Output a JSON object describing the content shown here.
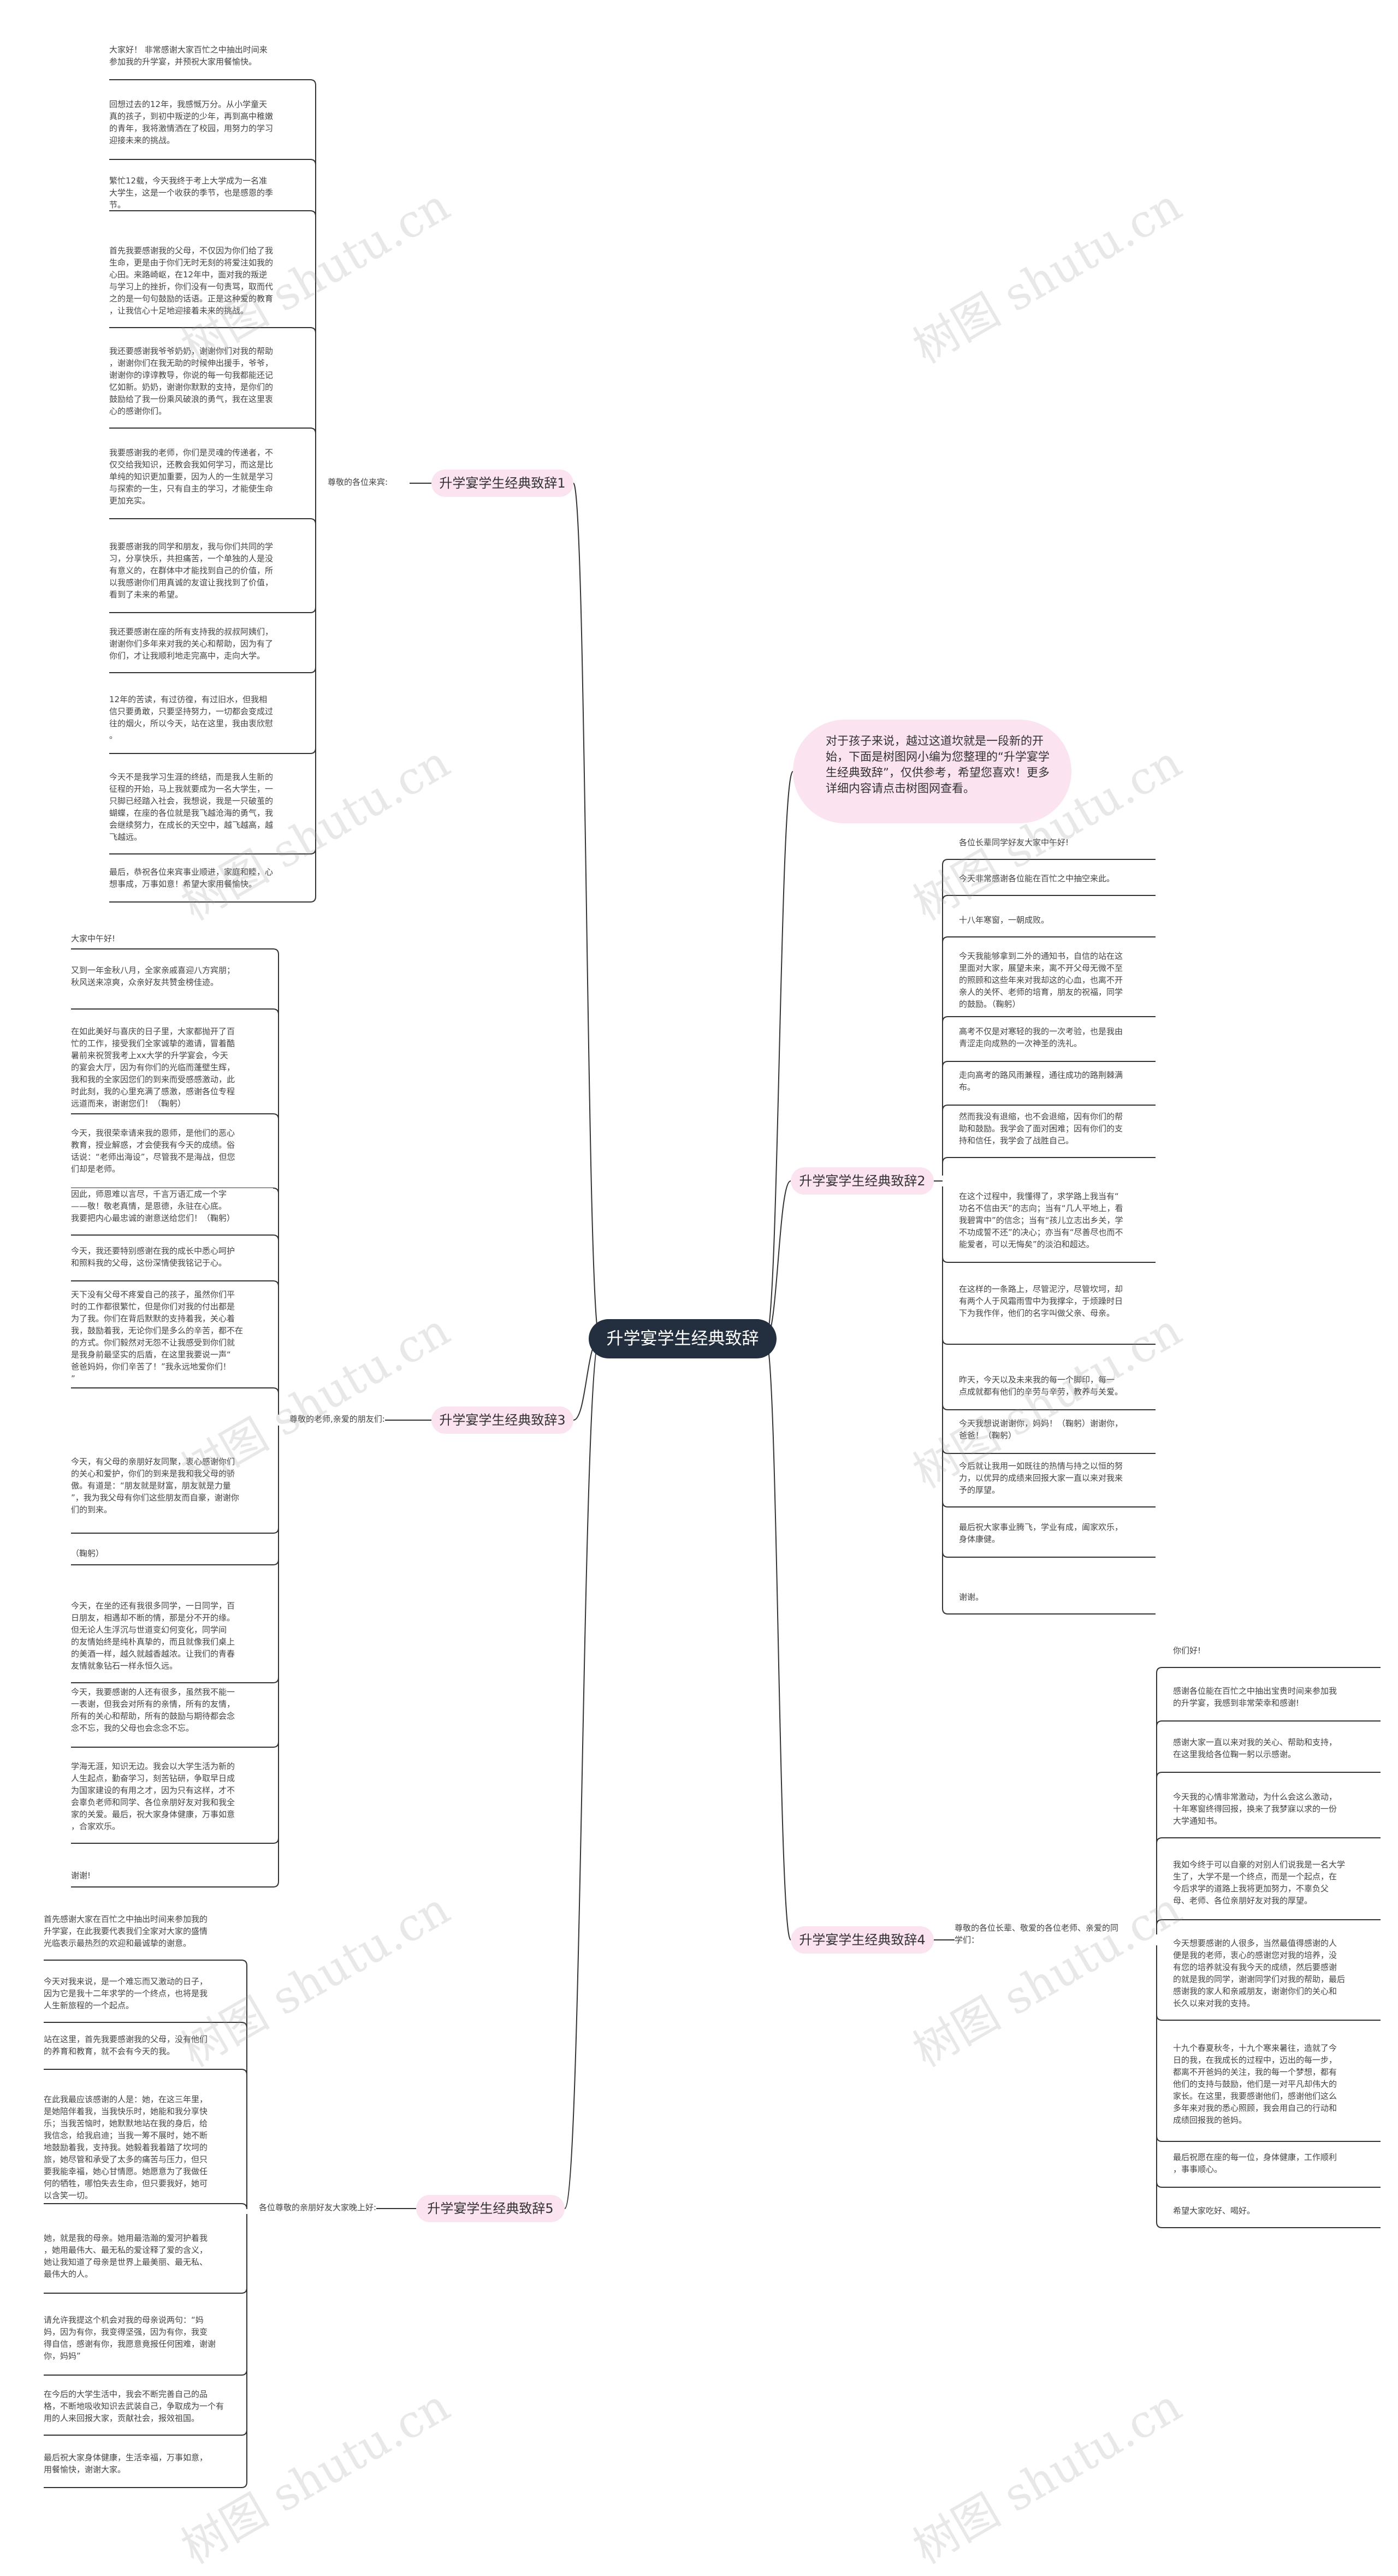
{
  "root": "升学宴学生经典致辞",
  "intro": "对于孩子来说，越过这道坎就是一段新的开始，下面是树图网小编为您整理的“升学宴学生经典致辞”，仅供参考，希望您喜欢！更多详细内容请点击树图网查看。",
  "watermark": "树图 shutu.cn",
  "colors": {
    "root_bg": "#232f3e",
    "branch_bg": "#fbe3f0",
    "line": "#333333"
  },
  "branches": [
    {
      "label": "升学宴学生经典致辞1",
      "sublabel": "尊敬的各位来宾:",
      "leaves": [
        "大家好！ 非常感谢大家百忙之中抽出时间来\n参加我的升学宴，并预祝大家用餐愉快。",
        "回想过去的12年，我感慨万分。从小学童天\n真的孩子，到初中叛逆的少年，再到高中稚嫩\n的青年，我将激情洒在了校园，用努力的学习\n迎接未来的挑战。",
        "繁忙12载，今天我终于考上大学成为一名准\n大学生，这是一个收获的季节，也是感恩的季\n节。",
        "首先我要感谢我的父母，不仅因为你们给了我\n生命，更是由于你们无时无刻的将爱注如我的\n心田。来路崎岖，在12年中，面对我的叛逆\n与学习上的挫折，你们没有一句责骂，取而代\n之的是一句句鼓励的话语。正是这种爱的教育\n，让我信心十足地迎接着未来的挑战。",
        "我还要感谢我爷爷奶奶，谢谢你们对我的帮助\n，谢谢你们在我无助的时候伸出援手，爷爷，\n谢谢你的谆谆教导，你说的每一句我都能还记\n忆如新。奶奶，谢谢你默默的支持，是你们的\n鼓励给了我一份乘风破浪的勇气，我在这里衷\n心的感谢你们。",
        "我要感谢我的老师，你们是灵魂的传递者，不\n仅交给我知识，还教会我如何学习，而这是比\n单纯的知识更加重要，因为人的一生就是学习\n与探索的一生，只有自主的学习，才能使生命\n更加充实。",
        "我要感谢我的同学和朋友，我与你们共同的学\n习，分享快乐，共担痛苦，一个单独的人是没\n有意义的，在群体中才能找到自己的价值，所\n以我感谢你们用真诚的友谊让我找到了价值，\n看到了未来的希望。",
        "我还要感谢在座的所有支持我的叔叔阿姨们，\n谢谢你们多年来对我的关心和帮助，因为有了\n你们，才让我顺利地走完高中，走向大学。",
        "12年的苦读，有过彷徨，有过旧水，但我相\n信只要勇敢，只要坚持努力，一切都会变成过\n往的烟火，所以今天，站在这里，我由衷欣慰\n。",
        "今天不是我学习生涯的终结，而是我人生新的\n征程的开始，马上我就要成为一名大学生，一\n只脚已经踏入社会，我想说，我是一只破茧的\n蝴蝶，在座的各位就是我飞越沧海的勇气，我\n会继续努力，在成长的天空中，越飞越高，越\n飞越远。",
        "最后，恭祝各位来宾事业顺进，家庭和睦，心\n想事成，万事如意！希望大家用餐愉快。"
      ]
    },
    {
      "label": "升学宴学生经典致辞3",
      "sublabel": "尊敬的老师,亲爱的朋友们:",
      "leaves": [
        "大家中午好!",
        "又到一年金秋八月，全家亲戚喜迎八方宾朋；\n秋风送来凉爽，众亲好友共赞金榜佳迹。",
        "在如此美好与喜庆的日子里，大家都抛开了百\n忙的工作，接受我们全家诚挚的邀请，冒着酷\n暑前来祝贺我考上xx大学的升学宴会，今天\n的宴会大厅，因为有你们的光临而蓬壁生辉，\n我和我的全家因您们的到来而受感感激动，此\n时此刻，我的心里充满了感激，感谢各位专程\n远道而来，谢谢您们！（鞠躬）",
        "今天，我很荣幸请来我的恩师，是他们的恶心\n教育，授业解惑，才会使我有今天的成绩。俗\n话说：“老师出海设”，尽管我不是海战，但您\n们却是老师。",
        "因此，师恩难以言尽，千言万语汇成一个字\n——敬！敬老真情，是恩德，永驻在心底。\n我要把内心最忠诚的谢意送给您们！（鞠躬）",
        "今天，我还要特别感谢在我的成长中悉心呵护\n和照料我的父母，这份深情使我铭记于心。",
        "天下没有父母不疼爱自己的孩子，虽然你们平\n时的工作都很繁忙，但是你们对我的付出都是\n为了我。你们在背后默默的支持着我，关心着\n我，鼓励着我，无论你们是多么的辛苦，都不在\n的方式。你们毅然对无怨不让我感受到你们就\n是我身前最坚实的后盾，在这里我要说一声“\n爸爸妈妈，你们辛苦了！”我永远地爱你们！\n”",
        "今天，有父母的亲朋好友同聚，衷心感谢你们\n的关心和爱护，你们的到来是我和我父母的骄\n傲。有道是：“朋友就是财富，朋友就是力量\n”，我为我父母有你们这些朋友而自豪，谢谢你\n们的到来。",
        "（鞠躬）",
        "今天，在坐的还有我很多同学，一日同学，百\n日朋友，相遇却不断的情，那是分不开的缘。\n但无论人生浮沉与世道变幻何变化，同学间\n的友情始终是纯朴真挚的，而且就像我们桌上\n的美酒一样，越久就越香越浓。让我们的青春\n友情就象钻石一样永恒久远。",
        "今天，我要感谢的人还有很多，虽然我不能一\n一表谢，但我会对所有的亲情，所有的友情，\n所有的关心和帮助，所有的鼓励与期待都会念\n念不忘，我的父母也会念念不忘。",
        "学海无涯，知识无边。我会以大学生活为新的\n人生起点，勤奋学习，刻苦钻研，争取早日成\n为国家建设的有用之才，因为只有这样，才不\n会辜负老师和同学、各位亲朋好友对我和我全\n家的关爱。最后，祝大家身体健康，万事如意\n，合家欢乐。",
        "谢谢!"
      ]
    },
    {
      "label": "升学宴学生经典致辞5",
      "sublabel": "各位尊敬的亲朋好友大家晚上好:",
      "leaves": [
        "首先感谢大家在百忙之中抽出时间来参加我的\n升学宴，在此我要代表我们全家对大家的盛情\n光临表示最热烈的欢迎和最诚挚的谢意。",
        "今天对我来说，是一个难忘而又激动的日子，\n因为它是我十二年求学的一个终点，也将是我\n人生新旅程的一个起点。",
        "站在这里，首先我要感谢我的父母，没有他们\n的养育和教育，就不会有今天的我。",
        "在此我最应该感谢的人是：她，在这三年里，\n是她陪伴着我，当我快乐时，她能和我分享快\n乐；当我苦恼时，她默默地站在我的身后，给\n我信念，给我启迪；当我一筹不展时，她不断\n地鼓励着我，支持我。她毅着我着踏了坎坷的\n旅，她尽管和承受了太多的痛苦与压力，但只\n要我能幸福，她心甘情愿。她愿意为了我做任\n何的牺牲，哪怕失去生命，但只要我好，她可\n以含笑一切。",
        "她，就是我的母亲。她用最浩瀚的爱河护着我\n，她用最伟大、最无私的爱诠释了爱的含义，\n她让我知道了母亲是世界上最美丽、最无私、\n最伟大的人。",
        "请允许我提这个机会对我的母亲说两句：“妈\n妈，因为有你，我变得坚强，因为有你，我变\n得自信，感谢有你，我愿意竟报任何困难，谢谢\n你，妈妈”",
        "在今后的大学生活中，我会不断完善自己的品\n格，不断地吸收知识去武装自己，争取成为一个有\n用的人来回报大家，贡献社会，报效祖国。",
        "最后祝大家身体健康，生活幸福，万事如意，\n用餐愉快，谢谢大家。"
      ]
    },
    {
      "label": "升学宴学生经典致辞2",
      "leaves": [
        "各位长辈同学好友大家中午好!",
        "今天非常感谢各位能在百忙之中抽空来此。",
        "十八年寒窗，一朝成败。",
        "今天我能够拿到二外的通知书，自信的站在这\n里面对大家，展望未来，离不开父母无微不至\n的照顾和这些年来对我却这的心血，也离不开\n亲人的关怀、老师的培育，朋友的祝福，同学\n的鼓励。（鞠躬）",
        "高考不仅是对寒轻的我的一次考验，也是我由\n青涩走向成熟的一次神圣的洗礼。",
        "走向高考的路风雨兼程，通往成功的路荆棘满\n布。",
        "然而我没有退缩，也不会退缩，因有你们的帮\n助和鼓励。我学会了面对困难；因有你们的支\n持和信任，我学会了战胜自己。",
        "在这个过程中，我懂得了，求学路上我当有“\n功名不信由天”的志向；当有“几人平地上，看\n我碧霄中”的信念；当有“孩儿立志出乡关，学\n不功成誓不还”的决心；亦当有“尽善尽也而不\n能爱者，可以无悔矣”的淡泊和超达。",
        "在这样的一条路上，尽管泥泞，尽管坎坷，却\n有两个人于风霜雨雪中为我撑伞，于烦躁时日\n下为我作伴，他们的名字叫做父亲、母亲。",
        "昨天，今天以及未来我的每一个脚印，每一\n点成就都有他们的辛劳与辛劳，教养与关爱。",
        "今天我想说谢谢你，妈妈！（鞠躬）谢谢你，\n爸爸！（鞠躬）",
        "今后就让我用一如既往的热情与持之以恒的努\n力，以优异的成绩来回报大家一直以来对我来\n予的厚望。",
        "最后祝大家事业腾飞，学业有成，阖家欢乐，\n身体康健。",
        "谢谢。"
      ]
    },
    {
      "label": "升学宴学生经典致辞4",
      "sublabel": "尊敬的各位长辈、敬爱的各位老师、亲爱的同\n学们：",
      "leaves": [
        "你们好!",
        "感谢各位能在百忙之中抽出宝贵时间来参加我\n的升学宴，我感到非常荣幸和感谢!",
        "感谢大家一直以来对我的关心、帮助和支持，\n在这里我给各位鞠一躬以示感谢。",
        "今天我的心情非常激动，为什么会这么激动，\n十年寒窗终得回报，换来了我梦寐以求的一份\n大学通知书。",
        "我如今终于可以自豪的对别人们说我是一名大学\n生了，大学不是一个终点，而是一个起点，在\n今后求学的道路上我将更加努力，不辜负父\n母、老师、各位亲朋好友对我的厚望。",
        "今天想要感谢的人很多，当然最值得感谢的人\n便是我的老师，衷心的感谢您对我的培养，没\n有您的培养就没有我今天的成绩，然后要感谢\n的就是我的同学，谢谢同学们对我的帮助，最后\n感谢我的家人和亲戚朋友，谢谢你们的关心和\n长久以来对我的支持。",
        "十九个春夏秋冬，十九个寒来暑往，造就了今\n日的我，在我成长的过程中，迈出的每一步，\n都离不开爸妈的关注，我的每一个梦想，都有\n他们的支持与鼓励，他们是一对平凡却伟大的\n家长。在这里，我要感谢他们，感谢他们这么\n多年来对我的悉心照顾，我会用自己的行动和\n成绩回报我的爸妈。",
        "最后祝愿在座的每一位，身体健康，工作顺利\n，事事顺心。",
        "希望大家吃好、喝好。"
      ]
    }
  ]
}
